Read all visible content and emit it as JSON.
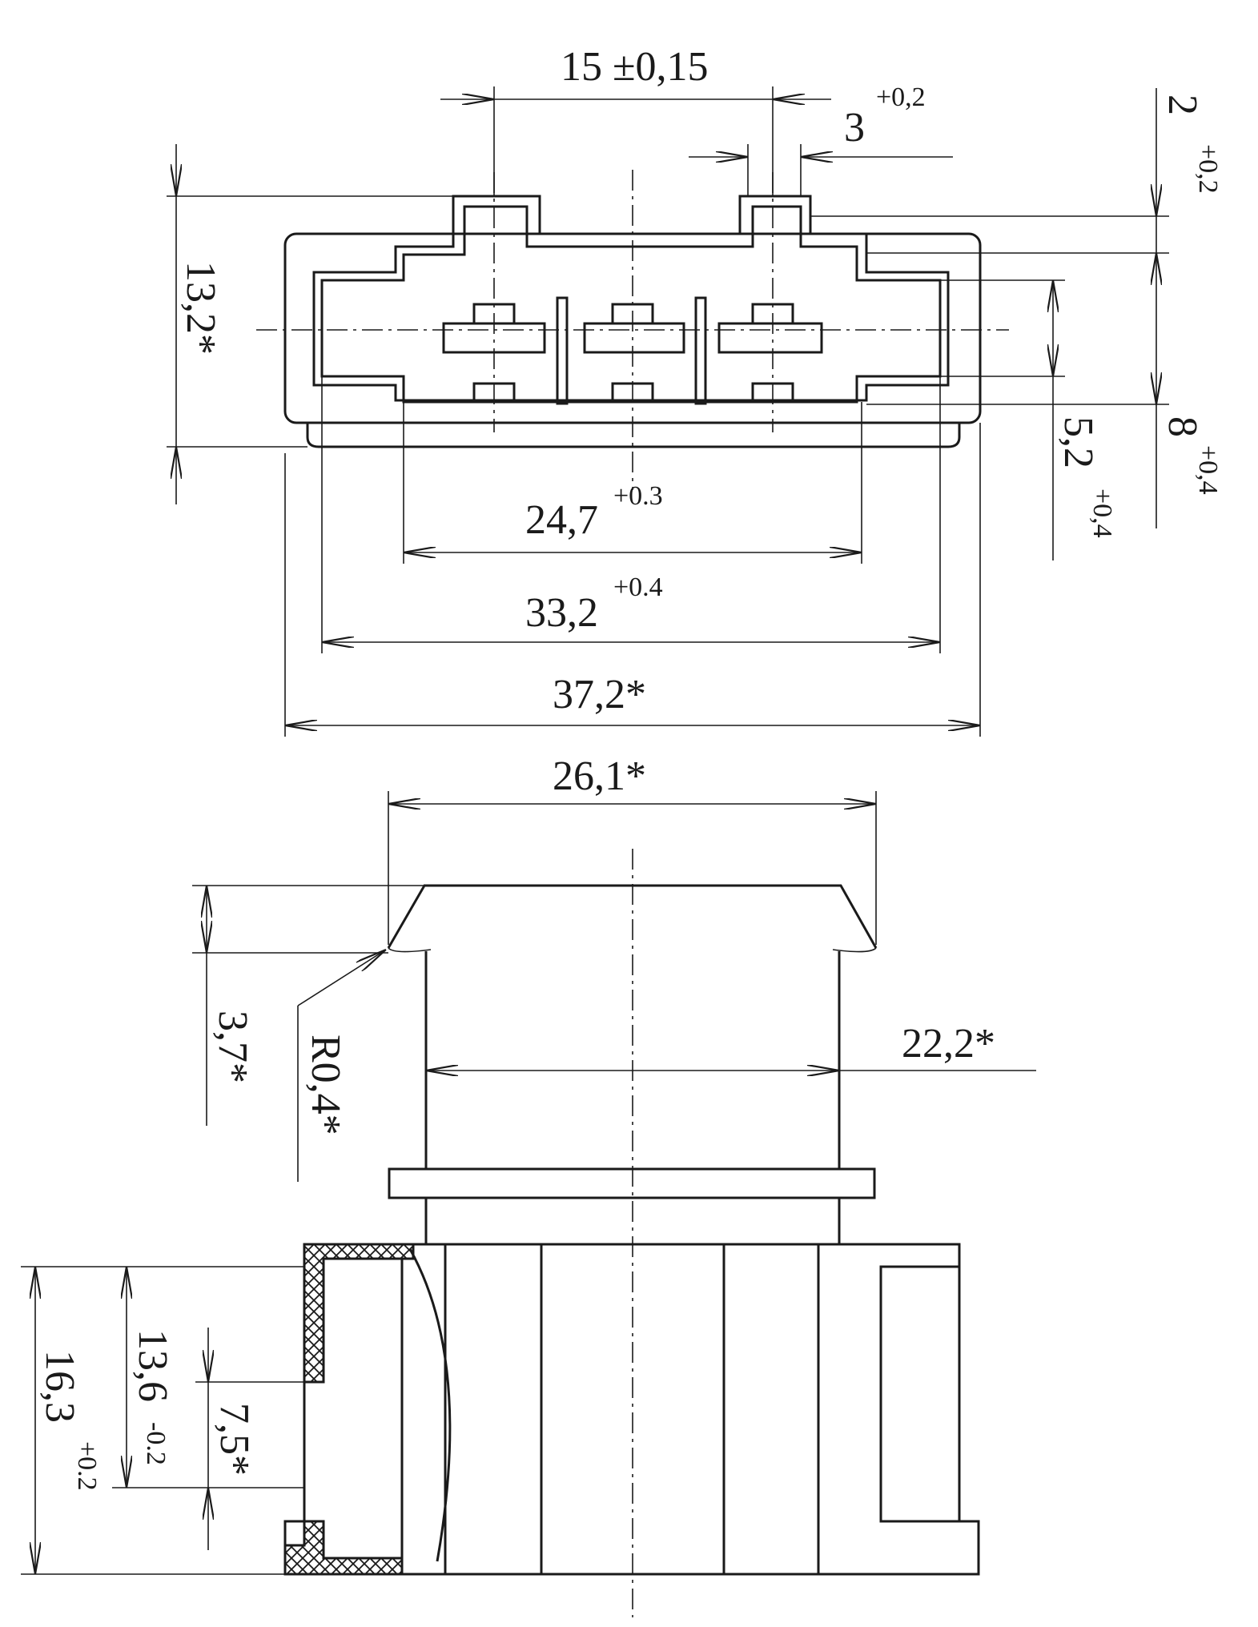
{
  "drawing": {
    "top_view": {
      "dims": {
        "d15": "15 ±0,15",
        "d3_val": "3",
        "d3_tol": "+0,2",
        "d2_val": "2",
        "d2_tol": "+0,2",
        "d13_2": "13,2*",
        "d8_val": "8",
        "d8_tol": "+0,4",
        "d5_2_val": "5,2",
        "d5_2_tol": "+0,4",
        "d24_7_val": "24,7",
        "d24_7_tol": "+0.3",
        "d33_2_val": "33,2",
        "d33_2_tol": "+0.4",
        "d37_2": "37,2*"
      }
    },
    "side_view": {
      "dims": {
        "d26_1": "26,1*",
        "d3_7": "3,7*",
        "r0_4": "R0,4*",
        "d22_2": "22,2*",
        "d16_3_val": "16,3",
        "d16_3_tol": "+0.2",
        "d13_6_val": "13,6",
        "d13_6_tol": "-0.2",
        "d7_5": "7,5*"
      }
    }
  }
}
